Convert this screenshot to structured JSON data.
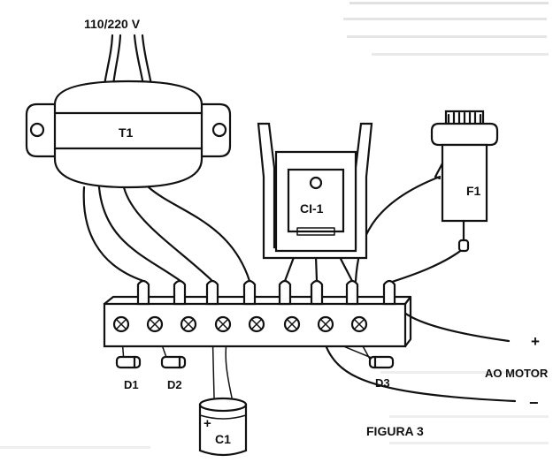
{
  "figure": {
    "caption": "FIGURA 3"
  },
  "labels": {
    "mains_voltage": "110/220 V",
    "transformer": "T1",
    "regulator": "CI-1",
    "fuse": "F1",
    "diode_1": "D1",
    "diode_2": "D2",
    "diode_3": "D3",
    "capacitor": "C1",
    "capacitor_polarity": "+",
    "motor_label": "AO MOTOR",
    "motor_positive": "+",
    "motor_negative": "−"
  }
}
